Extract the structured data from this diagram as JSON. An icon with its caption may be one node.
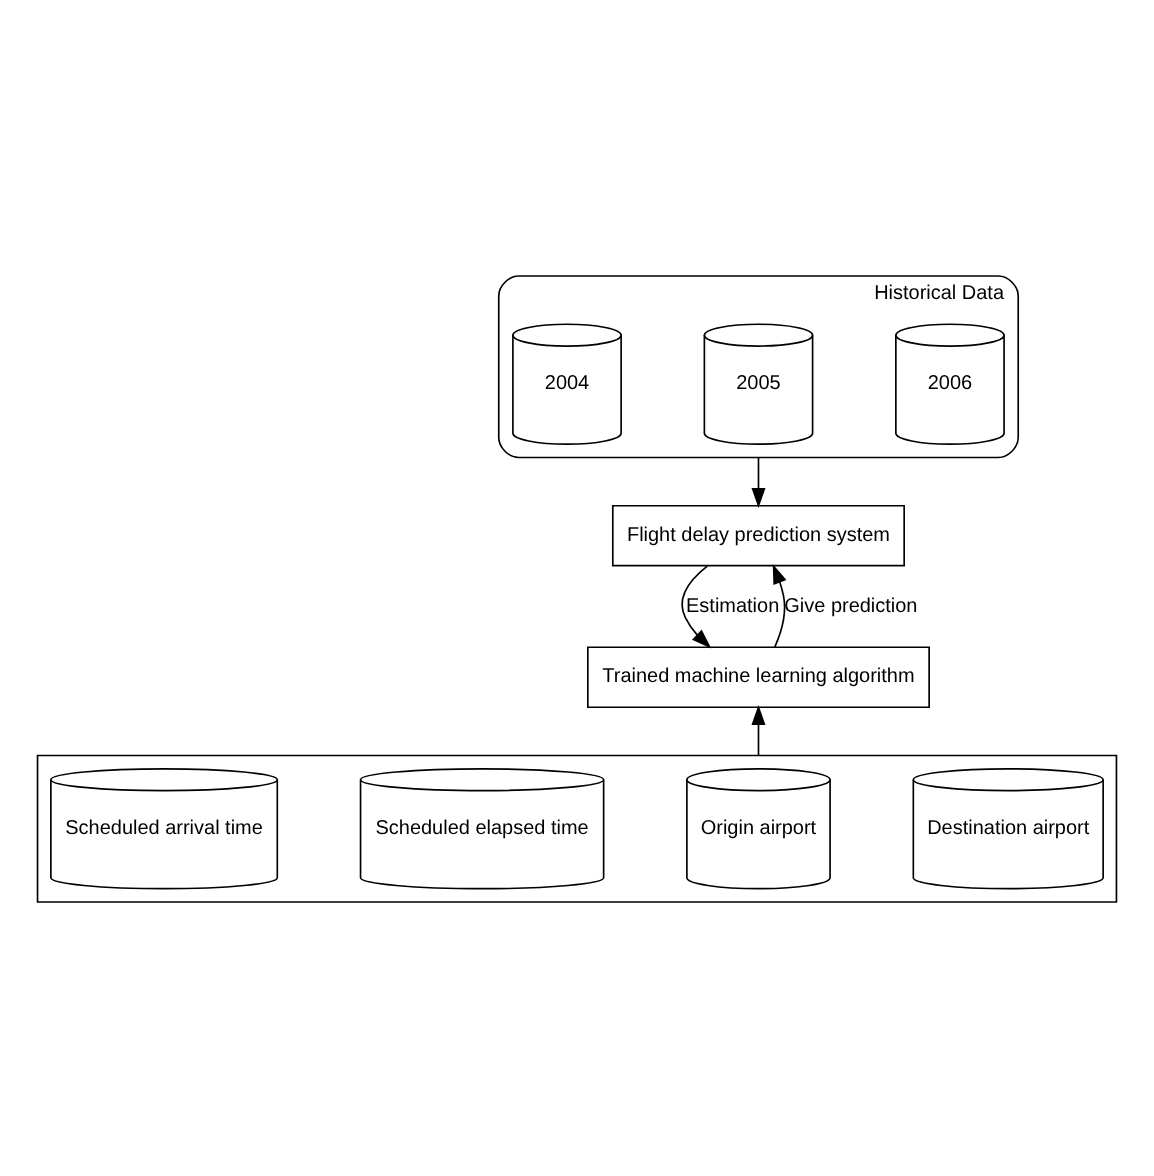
{
  "diagram": {
    "nodes": [
      {
        "text": [
          "Historical Data"
        ]
      },
      {
        "text": [
          "2004"
        ],
        "in": 0
      },
      {
        "text": [
          "2005"
        ],
        "in": 0
      },
      {
        "text": [
          "2006"
        ],
        "in": 0
      },
      {
        "text": [
          "Flight delay prediction system"
        ]
      },
      {
        "text": [
          "Trained machine learning algorithm"
        ]
      },
      {
        "text": [],
        "shape": "box"
      },
      {
        "text": [
          "Scheduled arrival time"
        ],
        "in": 6
      },
      {
        "text": [
          "Scheduled elapsed time"
        ],
        "in": 6
      },
      {
        "text": [
          "Origin airport"
        ],
        "in": 6
      },
      {
        "text": [
          "Destination airport"
        ],
        "in": 6
      }
    ],
    "edges": [
      {
        "from": 0,
        "to": 4,
        "arrow": "to"
      },
      {
        "from": 4,
        "to": 5,
        "arrow": "to",
        "label": "Estimation"
      },
      {
        "from": 5,
        "to": 4,
        "arrow": "to",
        "label": "Give prediction"
      },
      {
        "from": 6,
        "to": 5,
        "arrow": "to"
      }
    ]
  }
}
